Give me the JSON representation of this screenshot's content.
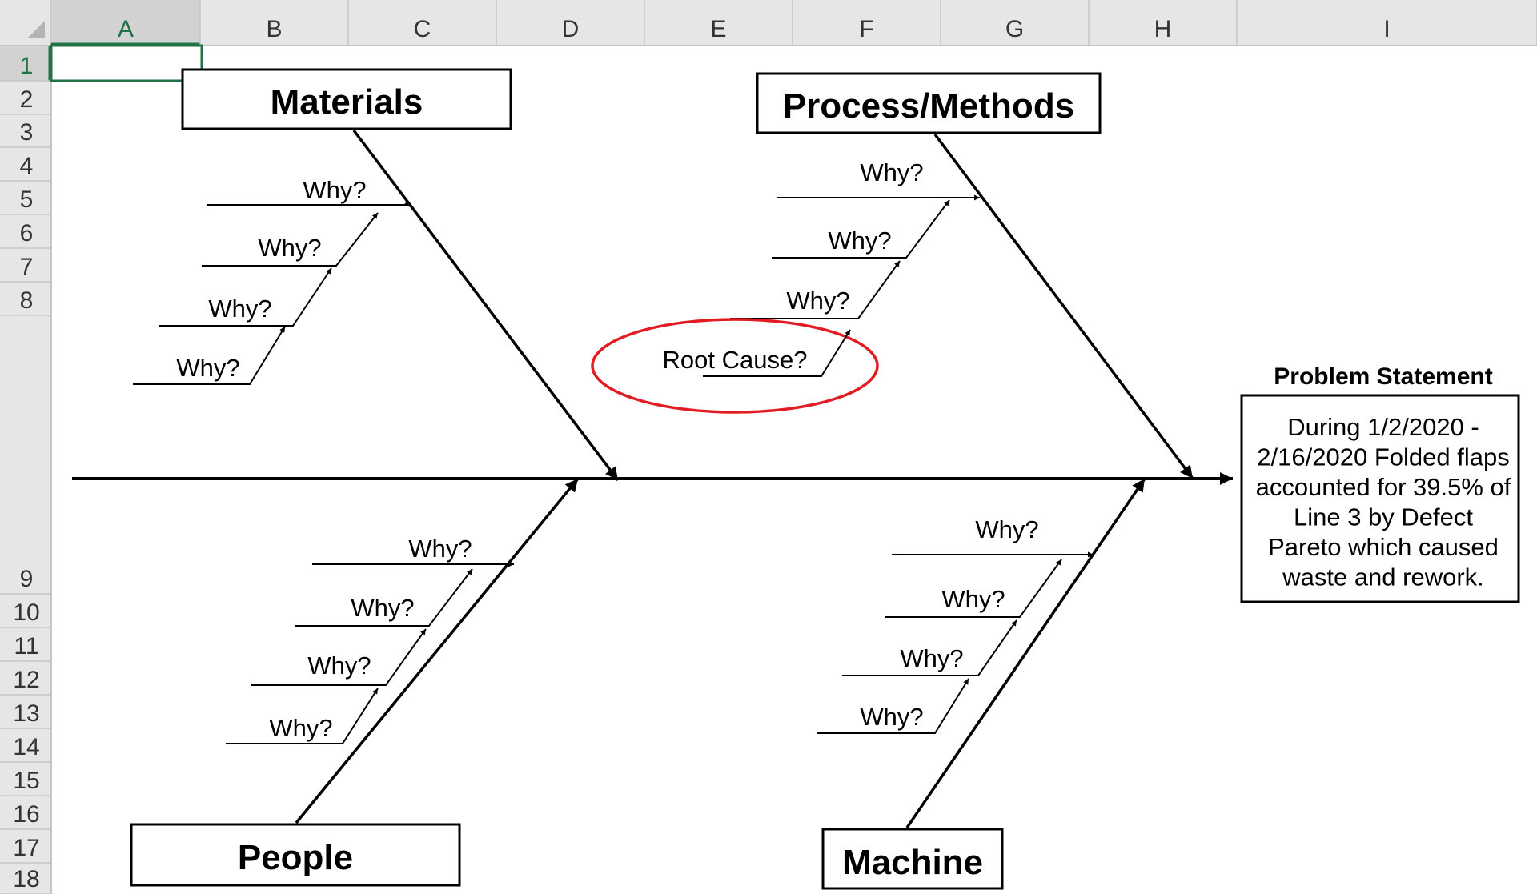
{
  "spreadsheet": {
    "columns": [
      "A",
      "B",
      "C",
      "D",
      "E",
      "F",
      "G",
      "H",
      "I"
    ],
    "rows": [
      "1",
      "2",
      "3",
      "4",
      "5",
      "6",
      "7",
      "8",
      "9",
      "10",
      "11",
      "12",
      "13",
      "14",
      "15",
      "16",
      "17",
      "18"
    ],
    "selected_cell": "A1"
  },
  "diagram": {
    "categories": {
      "materials": "Materials",
      "process": "Process/Methods",
      "people": "People",
      "machine": "Machine"
    },
    "why_label": "Why?",
    "root_cause_label": "Root Cause?",
    "problem_statement": {
      "title": "Problem Statement",
      "lines": [
        "During 1/2/2020 -",
        "2/16/2020 Folded flaps",
        "accounted for 39.5% of",
        "Line 3 by Defect",
        "Pareto which caused",
        "waste and rework."
      ]
    },
    "colors": {
      "highlight_ellipse": "#e31b23",
      "selection": "#217346",
      "header_bg": "#e6e6e6",
      "gridline": "#d4d4d4"
    }
  }
}
